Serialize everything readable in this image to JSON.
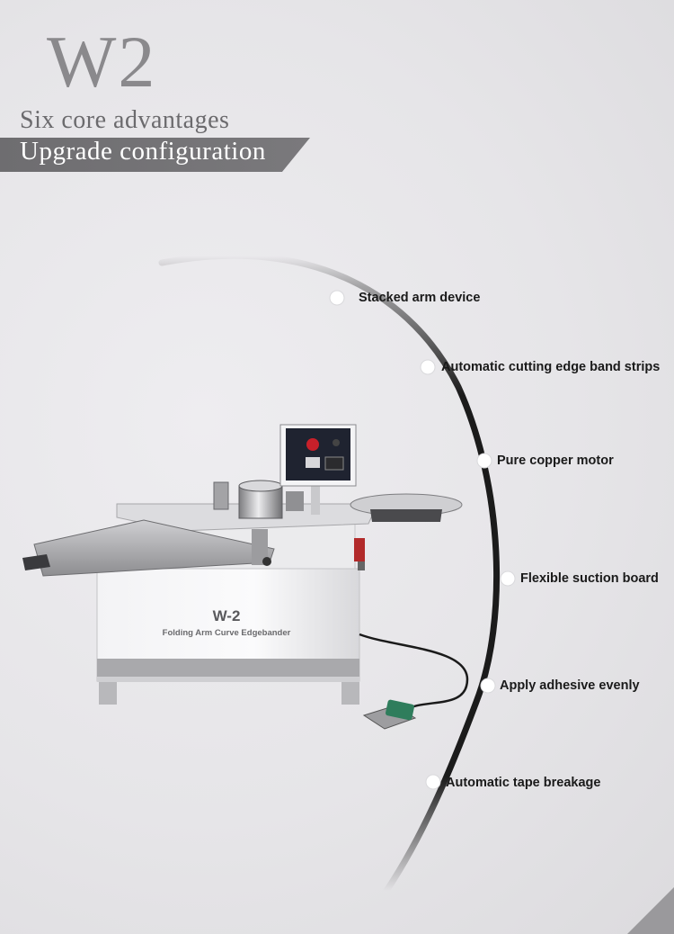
{
  "header": {
    "model": "W2",
    "subtitle": "Six core advantages",
    "banner": "Upgrade configuration"
  },
  "machine": {
    "front_label": "W-2",
    "front_caption": "Folding Arm Curve Edgebander"
  },
  "features": [
    "Stacked arm device",
    "Automatic cutting edge band strips",
    "Pure copper motor",
    "Flexible suction board",
    "Apply adhesive evenly",
    "Automatic tape breakage"
  ],
  "colors": {
    "arc": "#1b1b1b",
    "marker": "#ffffff",
    "banner": "#737275"
  }
}
